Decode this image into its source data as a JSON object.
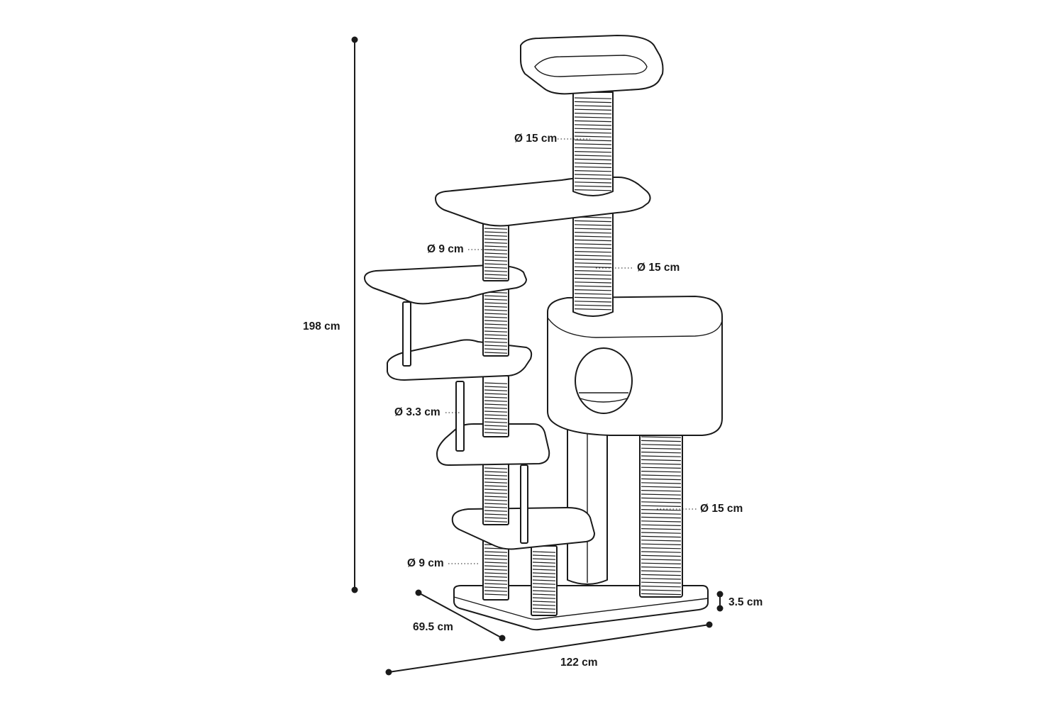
{
  "dimensions": {
    "height": "198 cm",
    "width": "122 cm",
    "depth": "69.5 cm",
    "base_thickness": "3.5 cm"
  },
  "post_labels": {
    "top_post": "Ø 15 cm",
    "upper_main_post": "Ø 15 cm",
    "side_post_upper": "Ø 9 cm",
    "support_rod": "Ø 3.3 cm",
    "side_post_lower": "Ø 9 cm",
    "right_post": "Ø 15 cm"
  }
}
